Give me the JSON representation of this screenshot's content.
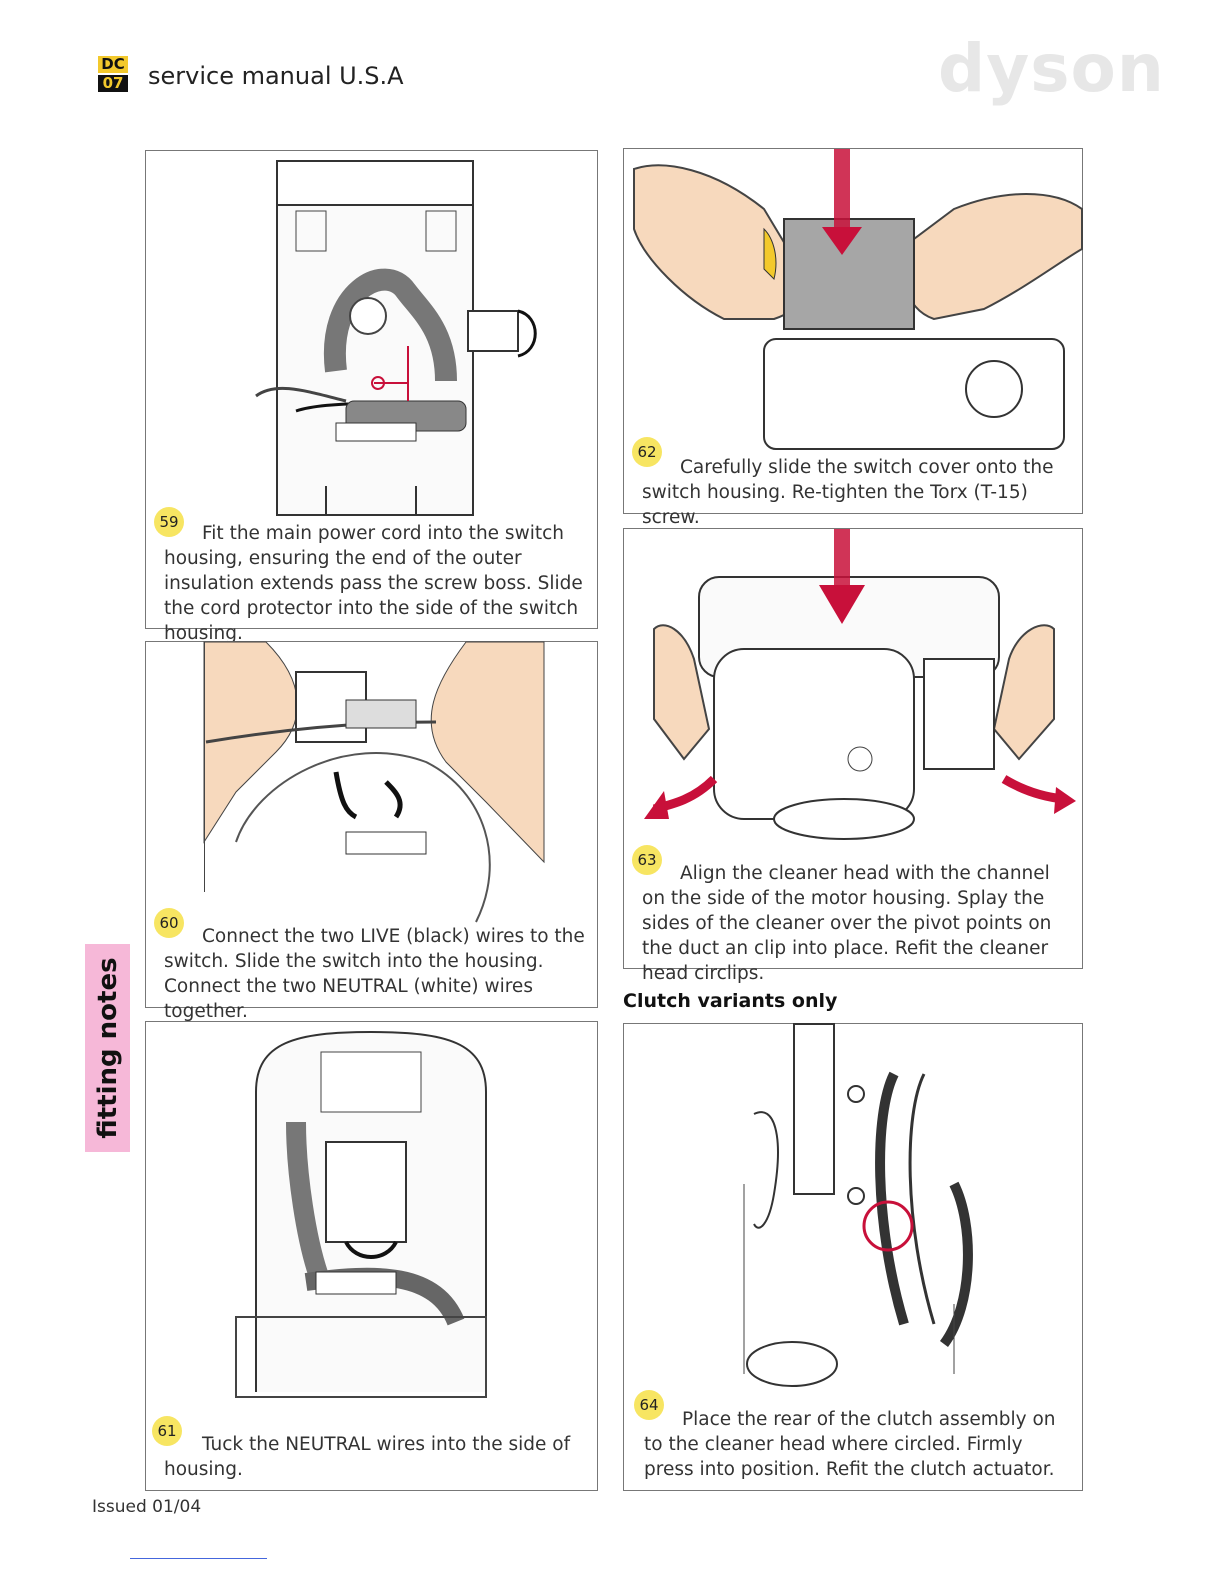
{
  "header": {
    "model_top": "DC",
    "model_num": "07",
    "title": "service manual U.S.A",
    "brand": "dyson"
  },
  "side_tab": {
    "label": "fitting notes"
  },
  "section_label": "Clutch variants only",
  "steps": [
    {
      "number": "59",
      "caption": "Fit the main power cord into the switch housing, ensuring the end of the outer insulation extends pass the screw boss. Slide the cord protector into the side of the switch housing."
    },
    {
      "number": "60",
      "caption": "Connect the two LIVE (black) wires to the switch. Slide the switch into the housing. Connect the two NEUTRAL (white) wires together."
    },
    {
      "number": "61",
      "caption": "Tuck the NEUTRAL wires into the side of housing."
    },
    {
      "number": "62",
      "caption": "Carefully slide the switch cover onto the switch housing. Re-tighten the Torx (T-15) screw."
    },
    {
      "number": "63",
      "caption": "Align the cleaner head with the channel on the side of the motor housing. Splay the sides of the cleaner over the pivot points on the duct an clip into place. Refit the cleaner head circlips."
    },
    {
      "number": "64",
      "caption": "Place the rear of the clutch assembly on to the cleaner head where circled. Firmly press into position. Refit the clutch actuator."
    }
  ],
  "footer": {
    "issued": "Issued 01/04"
  },
  "colors": {
    "accent_red": "#c8103a",
    "step_yellow": "#f7e562",
    "tab_pink": "#f6b8d8",
    "skin": "#f7d9bd"
  }
}
